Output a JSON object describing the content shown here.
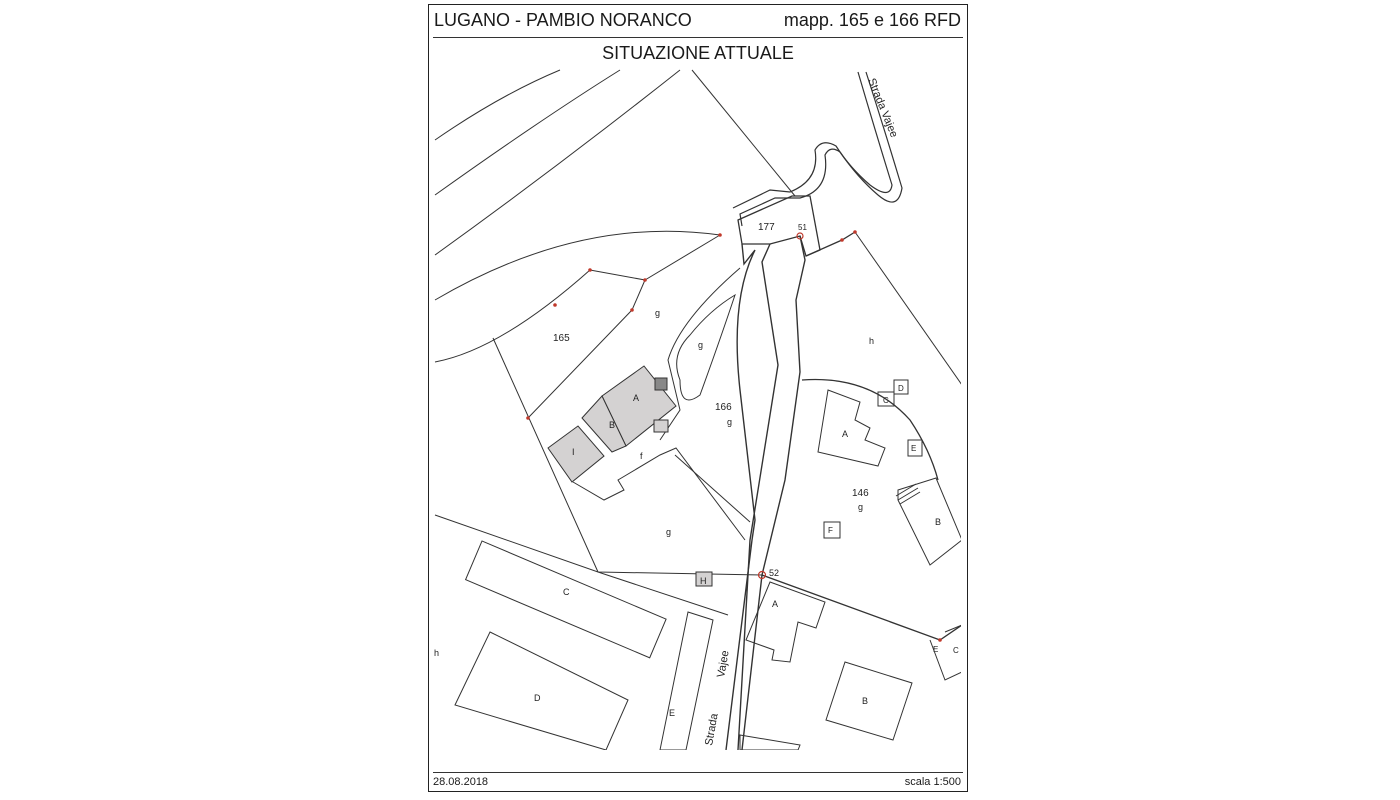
{
  "header": {
    "location": "LUGANO - PAMBIO NORANCO",
    "parcels": "mapp. 165 e 166 RFD",
    "title": "SITUAZIONE ATTUALE"
  },
  "footer": {
    "date": "28.08.2018",
    "scale": "scala 1:500"
  },
  "map": {
    "parcel_numbers": [
      "177",
      "165",
      "166",
      "146"
    ],
    "survey_points": [
      "51",
      "52"
    ],
    "street_name": "Strada Vajee",
    "street_label_upper": "Strada Vajee",
    "street_label_lower_a": "Strada",
    "street_label_lower_b": "Vajee",
    "building_letters": {
      "a165": "A",
      "b165": "B",
      "i165": "I",
      "h165": "H",
      "a146": "A",
      "b146": "B",
      "c146": "C",
      "d146": "D",
      "e146": "E",
      "f146": "F",
      "a_lower": "A",
      "b_lower": "B",
      "c_left": "C",
      "d_left": "D",
      "e_left": "E",
      "e_right": "E",
      "c_right": "C"
    },
    "land_use_letters": {
      "g165": "g",
      "g_island": "g",
      "g166": "g",
      "f165": "f",
      "g_south": "g",
      "h146": "h",
      "g146": "g",
      "h_left": "h"
    },
    "colors": {
      "line": "#333333",
      "building_fill": "#d4d2d2",
      "point": "#c0392b"
    }
  }
}
